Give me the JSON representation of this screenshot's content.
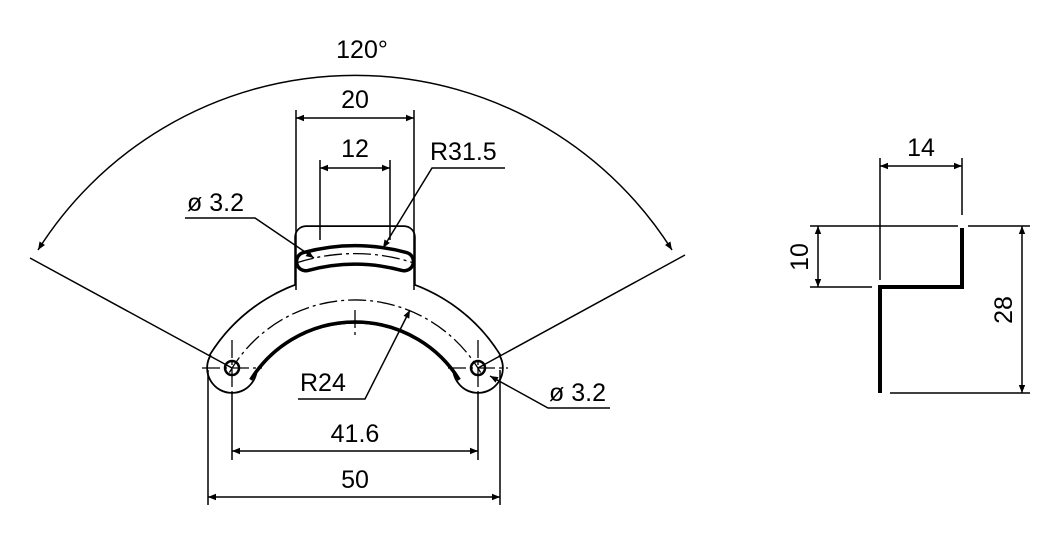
{
  "front_view": {
    "angle": "120°",
    "tab_width": "20",
    "slot_length": "12",
    "slot_radius": "R31.5",
    "slot_hole": "ø 3.2",
    "band_radius": "R24",
    "end_hole": "ø 3.2",
    "hole_spacing": "41.6",
    "overall_width": "50"
  },
  "side_view": {
    "flange_width": "14",
    "step_height": "10",
    "overall_height": "28"
  },
  "colors": {
    "line": "#000000",
    "background": "#ffffff"
  }
}
